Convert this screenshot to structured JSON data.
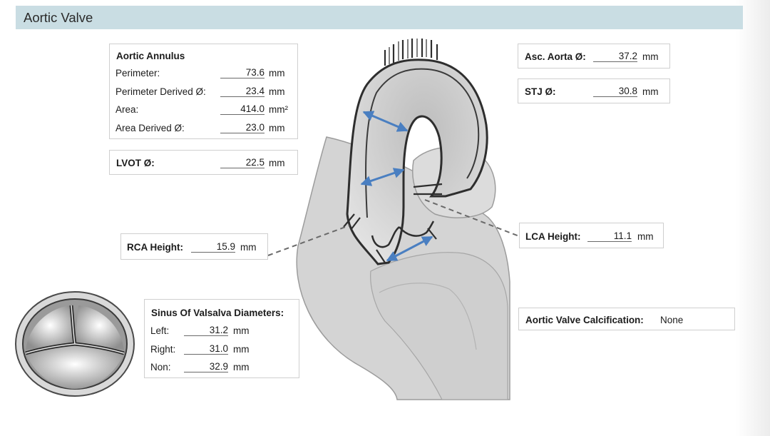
{
  "header": {
    "title": "Aortic Valve"
  },
  "annulus": {
    "title": "Aortic Annulus",
    "rows": [
      {
        "label": "Perimeter:",
        "value": "73.6",
        "unit": "mm"
      },
      {
        "label": "Perimeter Derived Ø:",
        "value": "23.4",
        "unit": "mm"
      },
      {
        "label": "Area:",
        "value": "414.0",
        "unit": "mm²"
      },
      {
        "label": "Area Derived Ø:",
        "value": "23.0",
        "unit": "mm"
      }
    ]
  },
  "lvot": {
    "label": "LVOT Ø:",
    "value": "22.5",
    "unit": "mm"
  },
  "asc_aorta": {
    "label": "Asc. Aorta Ø:",
    "value": "37.2",
    "unit": "mm"
  },
  "stj": {
    "label": "STJ Ø:",
    "value": "30.8",
    "unit": "mm"
  },
  "rca": {
    "label": "RCA Height:",
    "value": "15.9",
    "unit": "mm"
  },
  "lca": {
    "label": "LCA Height:",
    "value": "11.1",
    "unit": "mm"
  },
  "sinus": {
    "title": "Sinus Of Valsalva Diameters:",
    "rows": [
      {
        "label": "Left:",
        "value": "31.2",
        "unit": "mm"
      },
      {
        "label": "Right:",
        "value": "31.0",
        "unit": "mm"
      },
      {
        "label": "Non:",
        "value": "32.9",
        "unit": "mm"
      }
    ]
  },
  "calcification": {
    "label": "Aortic Valve Calcification:",
    "value": "None"
  },
  "colors": {
    "header_bg": "#c9dde3",
    "arrow": "#4a7fc1",
    "heart_fill": "#d4d4d4",
    "aorta_inner": "#c9c9c9"
  }
}
